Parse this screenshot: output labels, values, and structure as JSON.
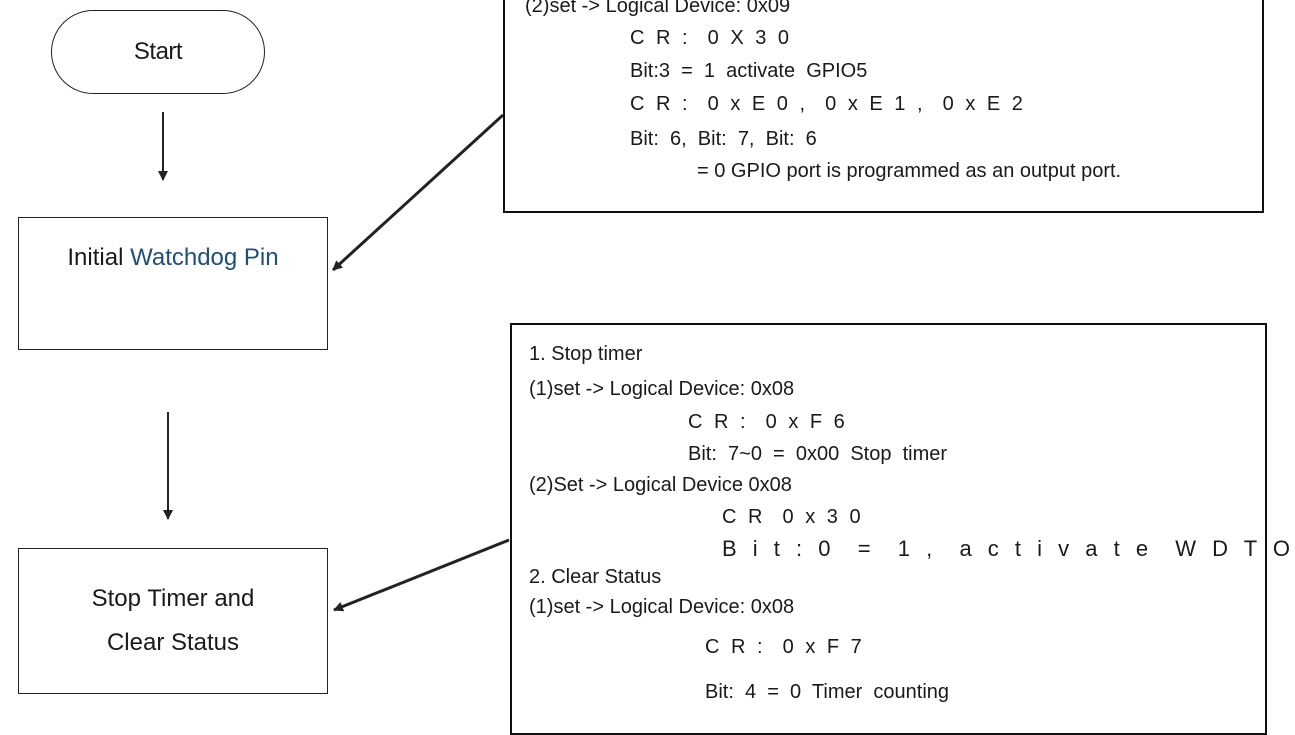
{
  "flow": {
    "start_label": "Start",
    "watchdog_label_prefix": "Initial",
    "watchdog_label_highlight": "Watchdog Pin",
    "stop_label_line1": "Stop Timer and",
    "stop_label_line2": "Clear Status"
  },
  "note_top": {
    "lines": [
      "(2)set -> Logical Device: 0x09",
      "C R :  0 X 3 0",
      "Bit:3  =  1  activate  GPIO5",
      "C R :  0 x E 0 ,  0 x E 1 ,  0 x E 2",
      "Bit:  6,  Bit:  7,  Bit:  6",
      "= 0 GPIO port is programmed as an output port."
    ]
  },
  "note_bottom": {
    "lines": [
      "1. Stop timer",
      "(1)set -> Logical Device: 0x08",
      "C R :  0 x F 6",
      "Bit:  7~0  =  0x00  Stop  timer",
      "(2)Set -> Logical Device 0x08",
      "C R  0 x 3 0",
      "B i t : 0  =  1 ,  a c t i v a t e  W D T O",
      "2. Clear Status",
      "(1)set -> Logical Device: 0x08",
      "C R :  0 x F 7",
      "Bit:  4  =  0  Timer  counting"
    ]
  },
  "colors": {
    "highlight_text": "#1f4e79",
    "line": "#222222"
  }
}
